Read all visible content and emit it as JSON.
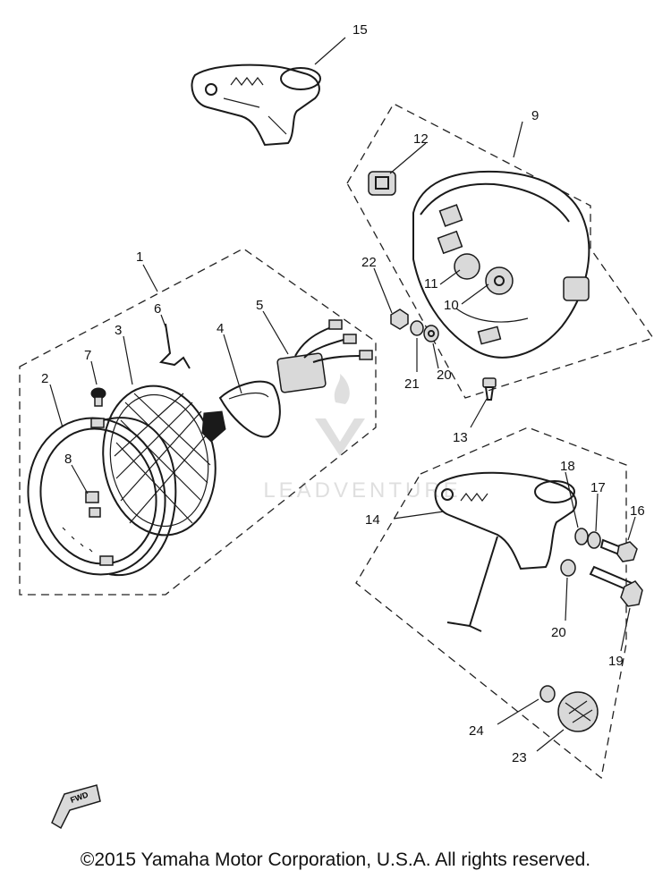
{
  "callouts": [
    "1",
    "2",
    "3",
    "4",
    "5",
    "6",
    "7",
    "8",
    "9",
    "10",
    "11",
    "12",
    "13",
    "14",
    "15",
    "16",
    "17",
    "18",
    "19",
    "20",
    "20",
    "21",
    "22",
    "23",
    "24"
  ],
  "fwd_label": "FWD",
  "watermark": "LEADVENTURE",
  "copyright": "©2015 Yamaha Motor Corporation, U.S.A. All rights reserved."
}
